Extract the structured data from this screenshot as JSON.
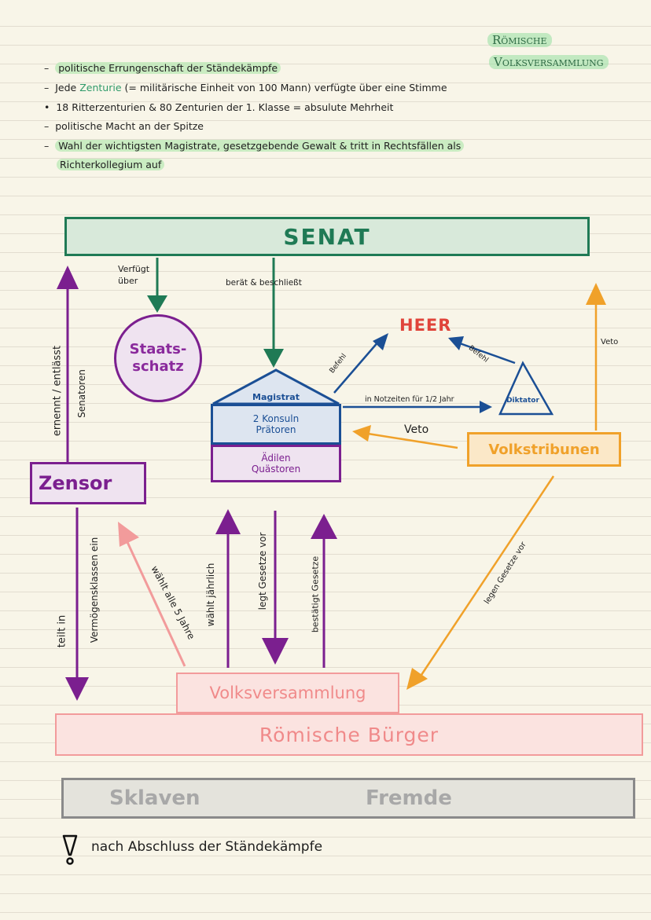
{
  "header": {
    "title_line1": "Römische",
    "title_line2": "Volksversammlung"
  },
  "notes": {
    "n1": "politische Errungenschaft der Ständekämpfe",
    "n2_a": "Jede",
    "n2_b": "Zenturie",
    "n2_c": "(= militärische Einheit von 100 Mann) verfügte über eine Stimme",
    "n3": "18 Ritterzenturien & 80 Zenturien der 1. Klasse = absulute Mehrheit",
    "n4": "politische Macht an der Spitze",
    "n5": "Wahl der wichtigsten Magistrate, gesetzgebende Gewalt & tritt in Rechtsfällen als",
    "n6": "Richterkollegium auf"
  },
  "diagram": {
    "senat": "SENAT",
    "staatsschatz_1": "Staats-",
    "staatsschatz_2": "schatz",
    "heer": "HEER",
    "magistrat": "Magistrat",
    "konsuln": "2 Konsuln",
    "praetoren": "Prätoren",
    "aedilen": "Ädilen",
    "quaestoren": "Quästoren",
    "diktator": "Diktator",
    "volkstribunen": "Volkstribunen",
    "zensor": "Zensor",
    "volksversammlung": "Volksversammlung",
    "roemische_buerger": "Römische Bürger",
    "sklaven": "Sklaven",
    "fremde": "Fremde",
    "edges": {
      "verfuegt_1": "Verfügt",
      "verfuegt_2": "über",
      "beraet": "berät & beschließt",
      "befehl_left": "Befehl",
      "befehl_right": "Befehl",
      "notzeiten": "in Notzeiten für 1/2 Jahr",
      "veto_mid": "Veto",
      "veto_right": "Veto",
      "ernennt": "ernennt / entlässt",
      "senatoren": "Senatoren",
      "teilt_in": "teilt in",
      "vermoegensklassen": "Vermögensklassen ein",
      "waehlt_5": "wählt alle 5 Jahre",
      "waehlt_jaehrlich": "wählt jährlich",
      "legt_gesetze": "legt Gesetze vor",
      "bestaetigt": "bestätigt Gesetze",
      "legen_gesetze": "legen Gesetze vor"
    }
  },
  "footer": {
    "note": "nach Abschluss der Ständekämpfe"
  },
  "colors": {
    "green": "#1f7a55",
    "purple": "#7b1f8f",
    "blue": "#1b4f95",
    "orange": "#f0a12a",
    "pink": "#f29b9b",
    "grey": "#8a8a8a",
    "red": "#e0443a"
  }
}
